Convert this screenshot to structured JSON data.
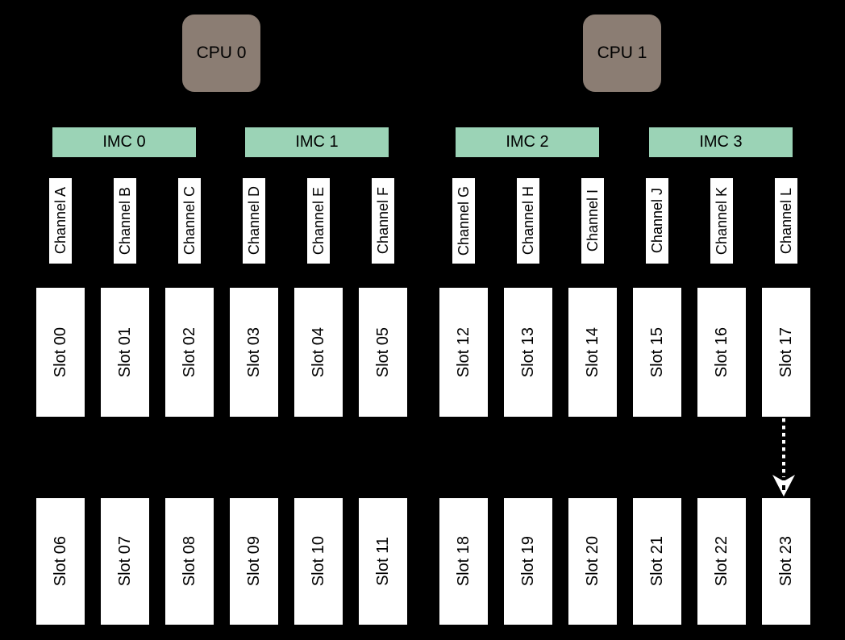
{
  "diagram": {
    "cpus": [
      "CPU 0",
      "CPU 1"
    ],
    "imcs": [
      "IMC 0",
      "IMC 1",
      "IMC 2",
      "IMC 3"
    ],
    "channels": [
      "Channel A",
      "Channel B",
      "Channel C",
      "Channel D",
      "Channel E",
      "Channel F",
      "Channel G",
      "Channel H",
      "Channel I",
      "Channel J",
      "Channel K",
      "Channel L"
    ],
    "slots_top": [
      "Slot 00",
      "Slot 01",
      "Slot 02",
      "Slot 03",
      "Slot 04",
      "Slot 05",
      "Slot 12",
      "Slot 13",
      "Slot 14",
      "Slot 15",
      "Slot 16",
      "Slot 17"
    ],
    "slots_bottom": [
      "Slot 06",
      "Slot 07",
      "Slot 08",
      "Slot 09",
      "Slot 10",
      "Slot 11",
      "Slot 18",
      "Slot 19",
      "Slot 20",
      "Slot 21",
      "Slot 22",
      "Slot 23"
    ],
    "arrow": {
      "from_slot": "Slot 17",
      "to_slot": "Slot 23",
      "style": "dashed-down"
    }
  },
  "colors": {
    "canvas_bg": "#000000",
    "cpu_fill": "#8B7D73",
    "imc_fill": "#9BD3B6",
    "slot_fill": "#FFFFFF",
    "label_text": "#000000",
    "arrow_color": "#FFFFFF"
  }
}
